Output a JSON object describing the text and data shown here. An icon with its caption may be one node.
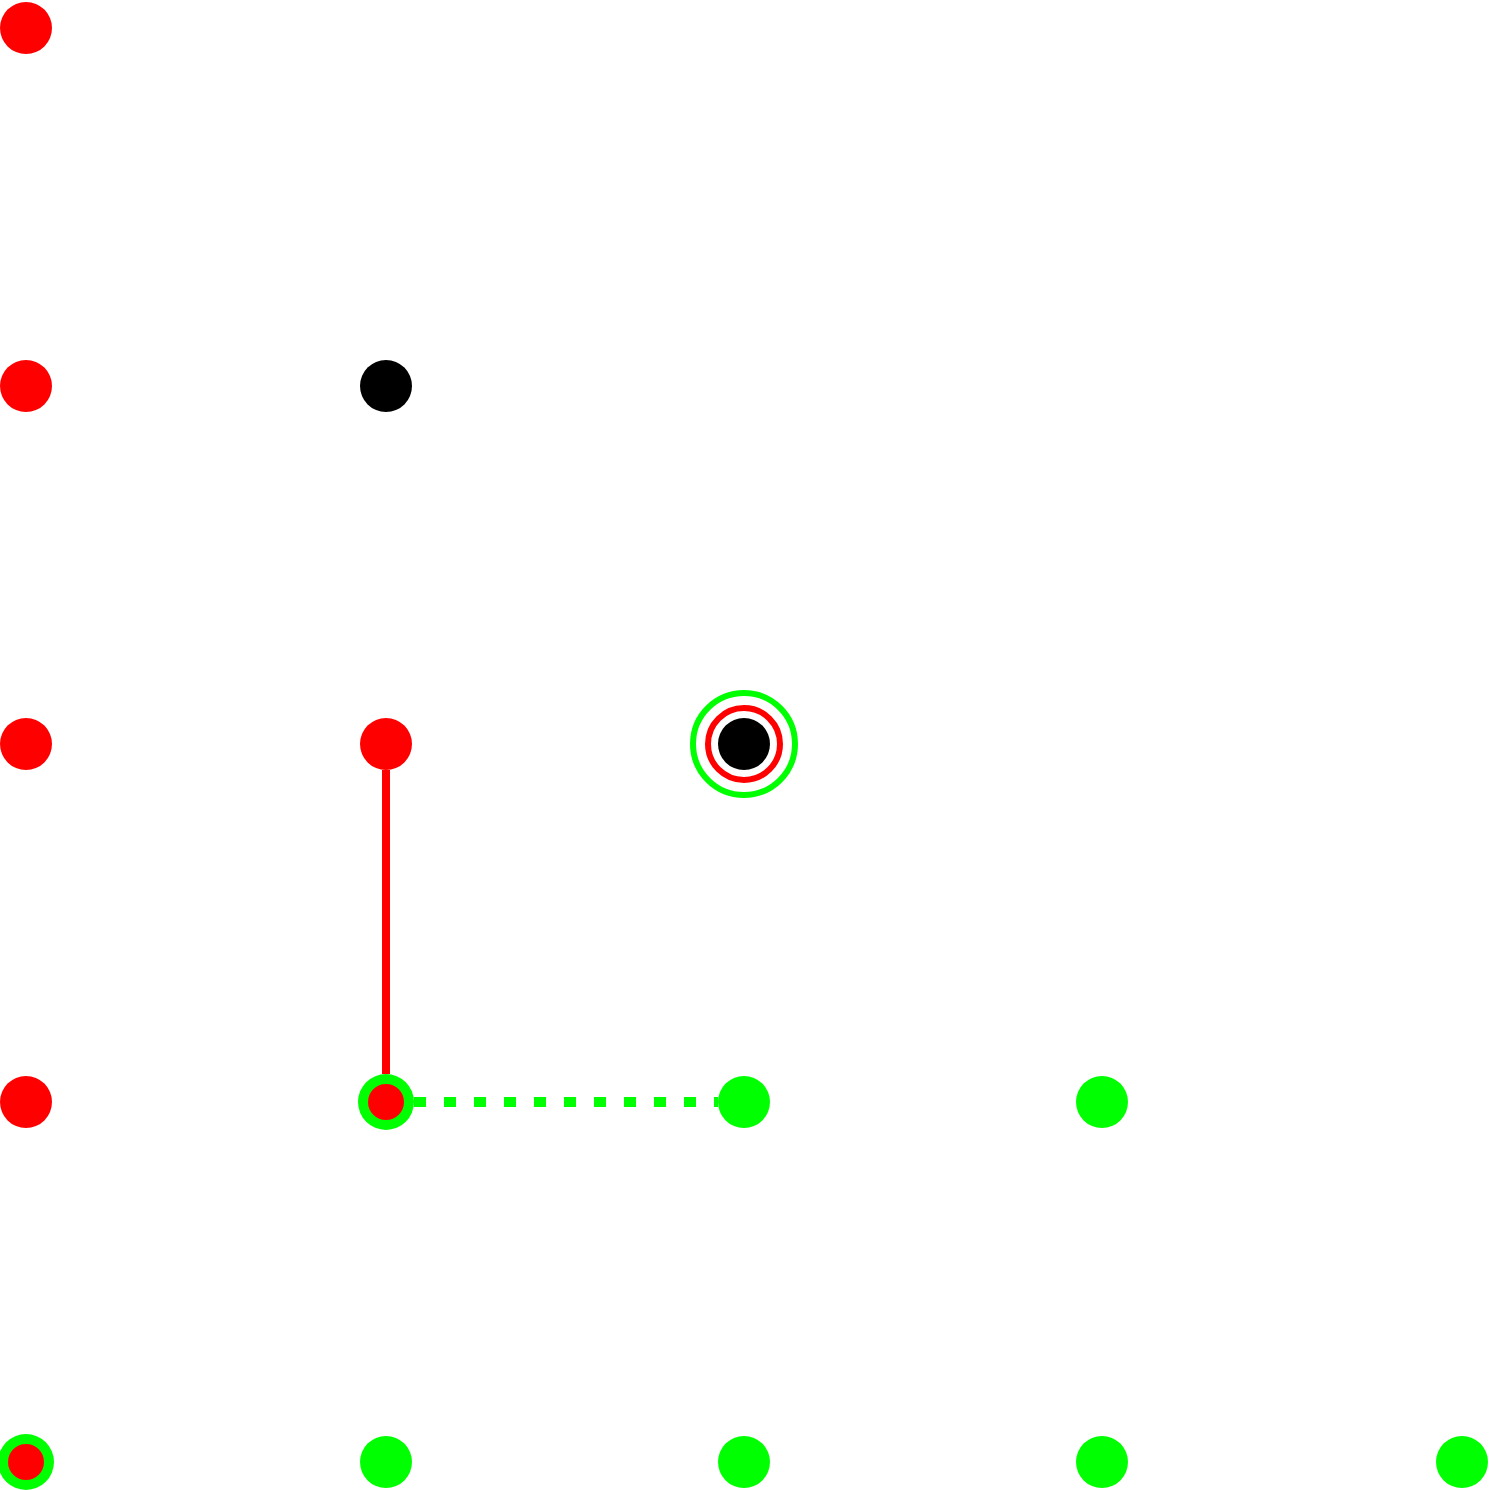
{
  "diagram": {
    "nodes": [
      {
        "text": [],
        "shape": "circle"
      },
      {
        "text": [],
        "shape": "circle"
      },
      {
        "text": [],
        "shape": "circle"
      },
      {
        "text": [],
        "shape": "circle"
      },
      {
        "text": [],
        "shape": "circle"
      },
      {
        "text": [],
        "shape": "circle"
      },
      {
        "text": [],
        "shape": "circle"
      },
      {
        "text": [],
        "shape": "circle"
      },
      {
        "text": [],
        "shape": "circle"
      },
      {
        "text": [],
        "shape": "circle"
      },
      {
        "text": [],
        "shape": "circle"
      },
      {
        "text": [],
        "shape": "circle"
      },
      {
        "text": [],
        "shape": "circle"
      },
      {
        "text": [],
        "shape": "circle"
      },
      {
        "text": [],
        "shape": "circle"
      }
    ],
    "edges": [
      {
        "from": 4,
        "to": 7,
        "arrow": "none",
        "color": "#ff0000"
      },
      {
        "from": 7,
        "to": 8,
        "arrow": "none",
        "style": "dashed",
        "color": "#00ff00"
      }
    ]
  }
}
